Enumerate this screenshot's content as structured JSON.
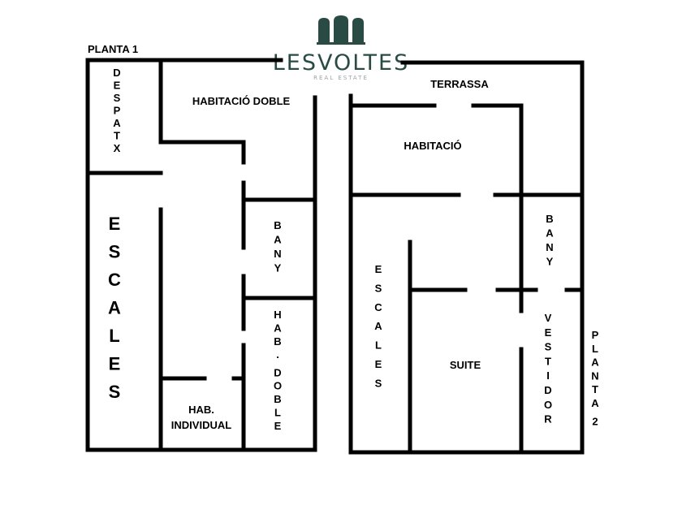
{
  "logo": {
    "wordmark": "LESVOLTES",
    "tagline": "REAL ESTATE",
    "icon": "arches-icon",
    "color": "#2a4a44",
    "tagline_color": "#9aa4a2"
  },
  "plans": [
    {
      "level_label": "PLANTA 1",
      "rooms": [
        {
          "label": "DESPATX"
        },
        {
          "label": "HABITACIÓ DOBLE"
        },
        {
          "label": "ESCALES"
        },
        {
          "label": "BANY"
        },
        {
          "label": "HAB. DOBLE"
        },
        {
          "label": "HAB. INDIVIDUAL"
        }
      ]
    },
    {
      "level_label": "PLANTA 2",
      "rooms": [
        {
          "label": "TERRASSA"
        },
        {
          "label": "HABITACIÓ"
        },
        {
          "label": "BANY"
        },
        {
          "label": "ESCALES"
        },
        {
          "label": "SUITE"
        },
        {
          "label": "VESTIDOR"
        }
      ]
    }
  ]
}
